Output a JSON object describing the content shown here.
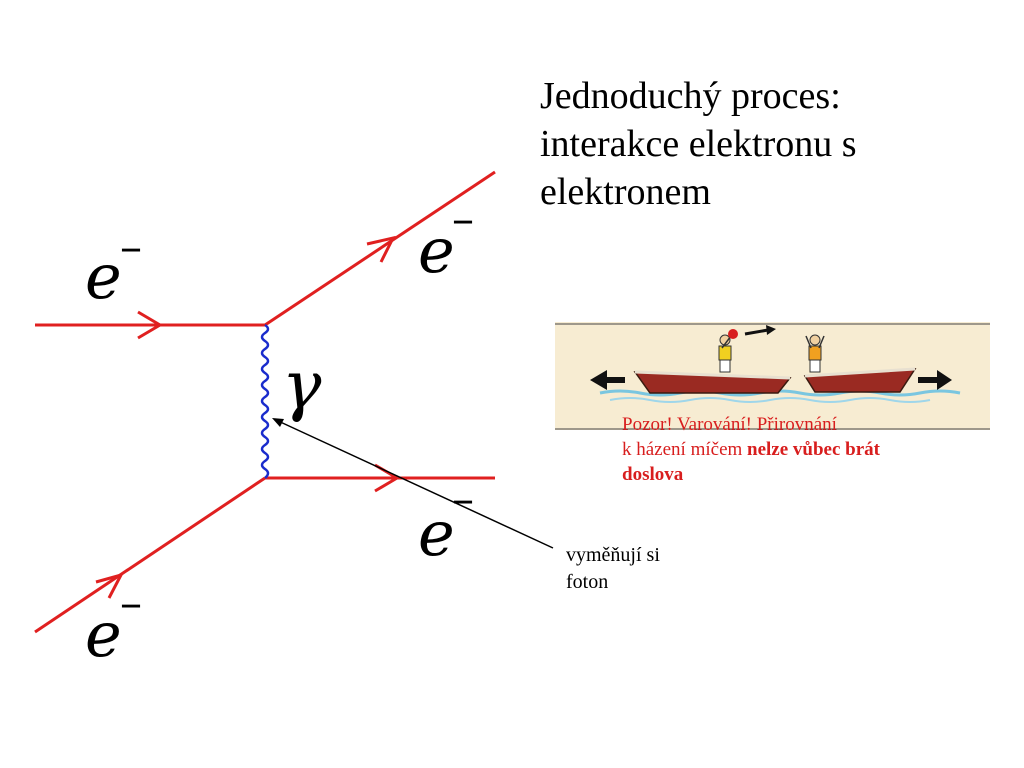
{
  "title": {
    "line1": "Jednoduchý proces:",
    "line2": "interakce elektronu s",
    "line3": "elektronem"
  },
  "diagram": {
    "electron_symbol": "e",
    "electron_charge": "–",
    "photon_symbol": "γ",
    "electron_color": "#e02020",
    "photon_color": "#1a2ccc"
  },
  "warning": {
    "line1": "Pozor! Varování! Přirovnání",
    "line2_plain": "k házení míčem ",
    "line2_bold": "nelze vůbec brát",
    "line3_bold": "doslova",
    "color": "#d81e1e"
  },
  "photon_note": {
    "line1": "vyměňují si",
    "line2": "foton"
  },
  "illustration": {
    "description_icons": [
      "boat-icon",
      "person-icon",
      "ball-icon",
      "arrow-icon"
    ]
  }
}
